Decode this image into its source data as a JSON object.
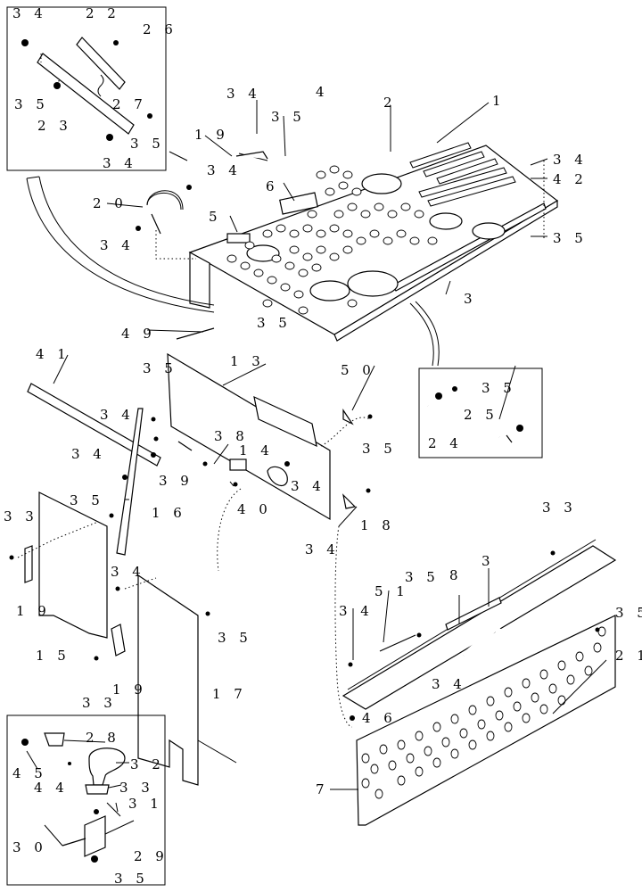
{
  "callouts": {
    "c1": "1",
    "c2": "2",
    "c3": "3",
    "c3b": "3",
    "c4": "4",
    "c5": "5",
    "c6": "6",
    "c7": "7",
    "c8": "8",
    "c13": "1 3",
    "c14": "1 4",
    "c15": "1 5",
    "c16": "1 6",
    "c17": "1 7",
    "c18": "1 8",
    "c19a": "1 9",
    "c19b": "1 9",
    "c19c": "1 9",
    "c20": "2 0",
    "c21": "2 1",
    "c22": "2 2",
    "c23": "2 3",
    "c26": "2 6",
    "c27": "2 7",
    "c24": "2 4",
    "c25": "2 5",
    "c28": "2 8",
    "c29": "2 9",
    "c30": "3 0",
    "c31": "3 1",
    "c32": "3 2",
    "c33a": "3 3",
    "c33b": "3 3",
    "c33c": "3 3",
    "c33d": "3 3",
    "c34a": "3 4",
    "c34b": "3 4",
    "c34c": "3 4",
    "c34d": "3 4",
    "c34e": "3 4",
    "c34f": "3 4",
    "c34g": "3 4",
    "c34h": "3 4",
    "c34i": "3 4",
    "c34j": "3 4",
    "c34k": "3 4",
    "c34l": "3 4",
    "c34m": "3 4",
    "c34n": "3 4",
    "c35a": "3 5",
    "c35b": "3 5",
    "c35c": "3 5",
    "c35d": "3 5",
    "c35e": "3 5",
    "c35f": "3 5",
    "c35g": "3 5",
    "c35h": "3 5",
    "c35i": "3 5",
    "c35j": "3 5",
    "c35k": "3 5",
    "c35l": "3 5",
    "c35m": "3 5",
    "c38": "3 8",
    "c39": "3 9",
    "c40": "4 0",
    "c41": "4 1",
    "c42": "4 2",
    "c44": "4 4",
    "c45": "4 5",
    "c46": "4 6",
    "c49": "4 9",
    "c50": "5 0",
    "c51": "5 1"
  }
}
